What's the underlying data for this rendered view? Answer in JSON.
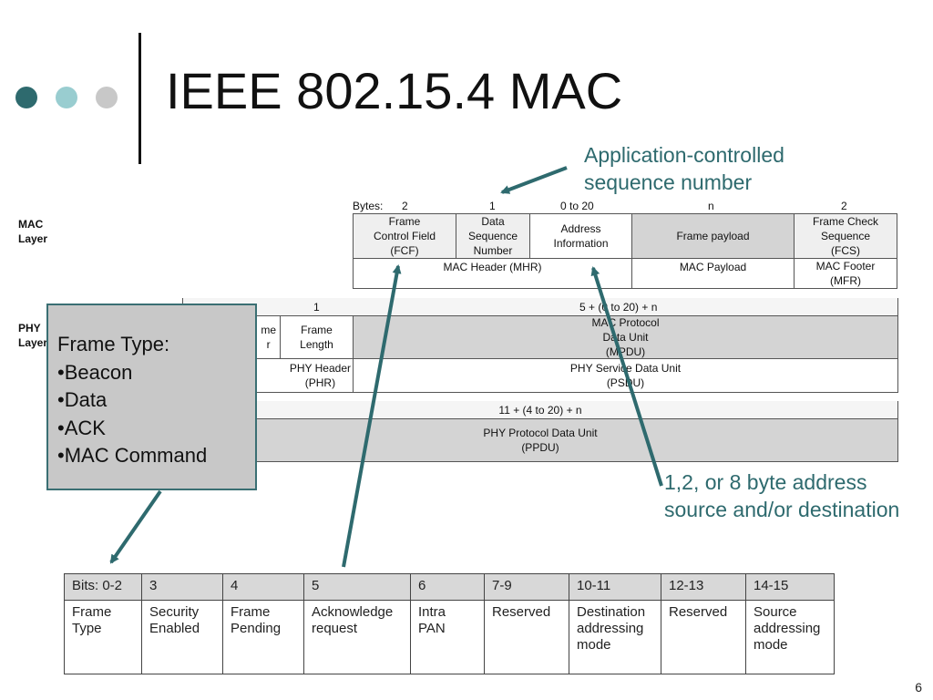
{
  "slide": {
    "title": "IEEE 802.15.4 MAC",
    "page_number": "6",
    "dot_colors": [
      "#2e6a6e",
      "#99cdd0",
      "#c8c8c8"
    ],
    "accent_color": "#2e6a6e"
  },
  "callouts": {
    "sequence": [
      "Application-controlled",
      "sequence number"
    ],
    "address": [
      "1,2, or 8 byte address",
      "source and/or destination"
    ]
  },
  "layers": {
    "mac": "MAC\nLayer",
    "phy": "PHY\nLayer"
  },
  "mac_frame": {
    "bytes_label": "Bytes:",
    "byte_counts": [
      "2",
      "1",
      "0 to 20",
      "n",
      "2"
    ],
    "fields": [
      "Frame\nControl Field\n(FCF)",
      "Data\nSequence\nNumber",
      "Address\nInformation",
      "Frame payload",
      "Frame Check\nSequence\n(FCS)"
    ],
    "mhr": "MAC Header (MHR)",
    "payload": "MAC Payload",
    "mfr": "MAC Footer\n(MFR)"
  },
  "phy_frame": {
    "preamble_frag": "me\nr",
    "length_bytes": "1",
    "mpdu_bytes": "5 + (0 to 20) + n",
    "frame_length": "Frame\nLength",
    "mpdu": "MAC Protocol\nData Unit\n(MPDU)",
    "phr": "PHY Header\n(PHR)",
    "psdu": "PHY Service Data Unit\n(PSDU)",
    "ppdu_bytes": "11 + (4 to 20) + n",
    "ppdu": "PHY Protocol Data Unit\n(PPDU)"
  },
  "frame_type_box": {
    "title": "Frame Type:",
    "items": [
      "•Beacon",
      "•Data",
      "•ACK",
      "•MAC Command"
    ]
  },
  "fcf_table": {
    "headers": [
      "Bits: 0-2",
      "3",
      "4",
      "5",
      "6",
      "7-9",
      "10-11",
      "12-13",
      "14-15"
    ],
    "cells": [
      "Frame\nType",
      "Security\nEnabled",
      "Frame\nPending",
      "Acknowledge\nrequest",
      "Intra\nPAN",
      "Reserved",
      "Destination\naddressing\nmode",
      "Reserved",
      "Source\naddressing\nmode"
    ]
  }
}
